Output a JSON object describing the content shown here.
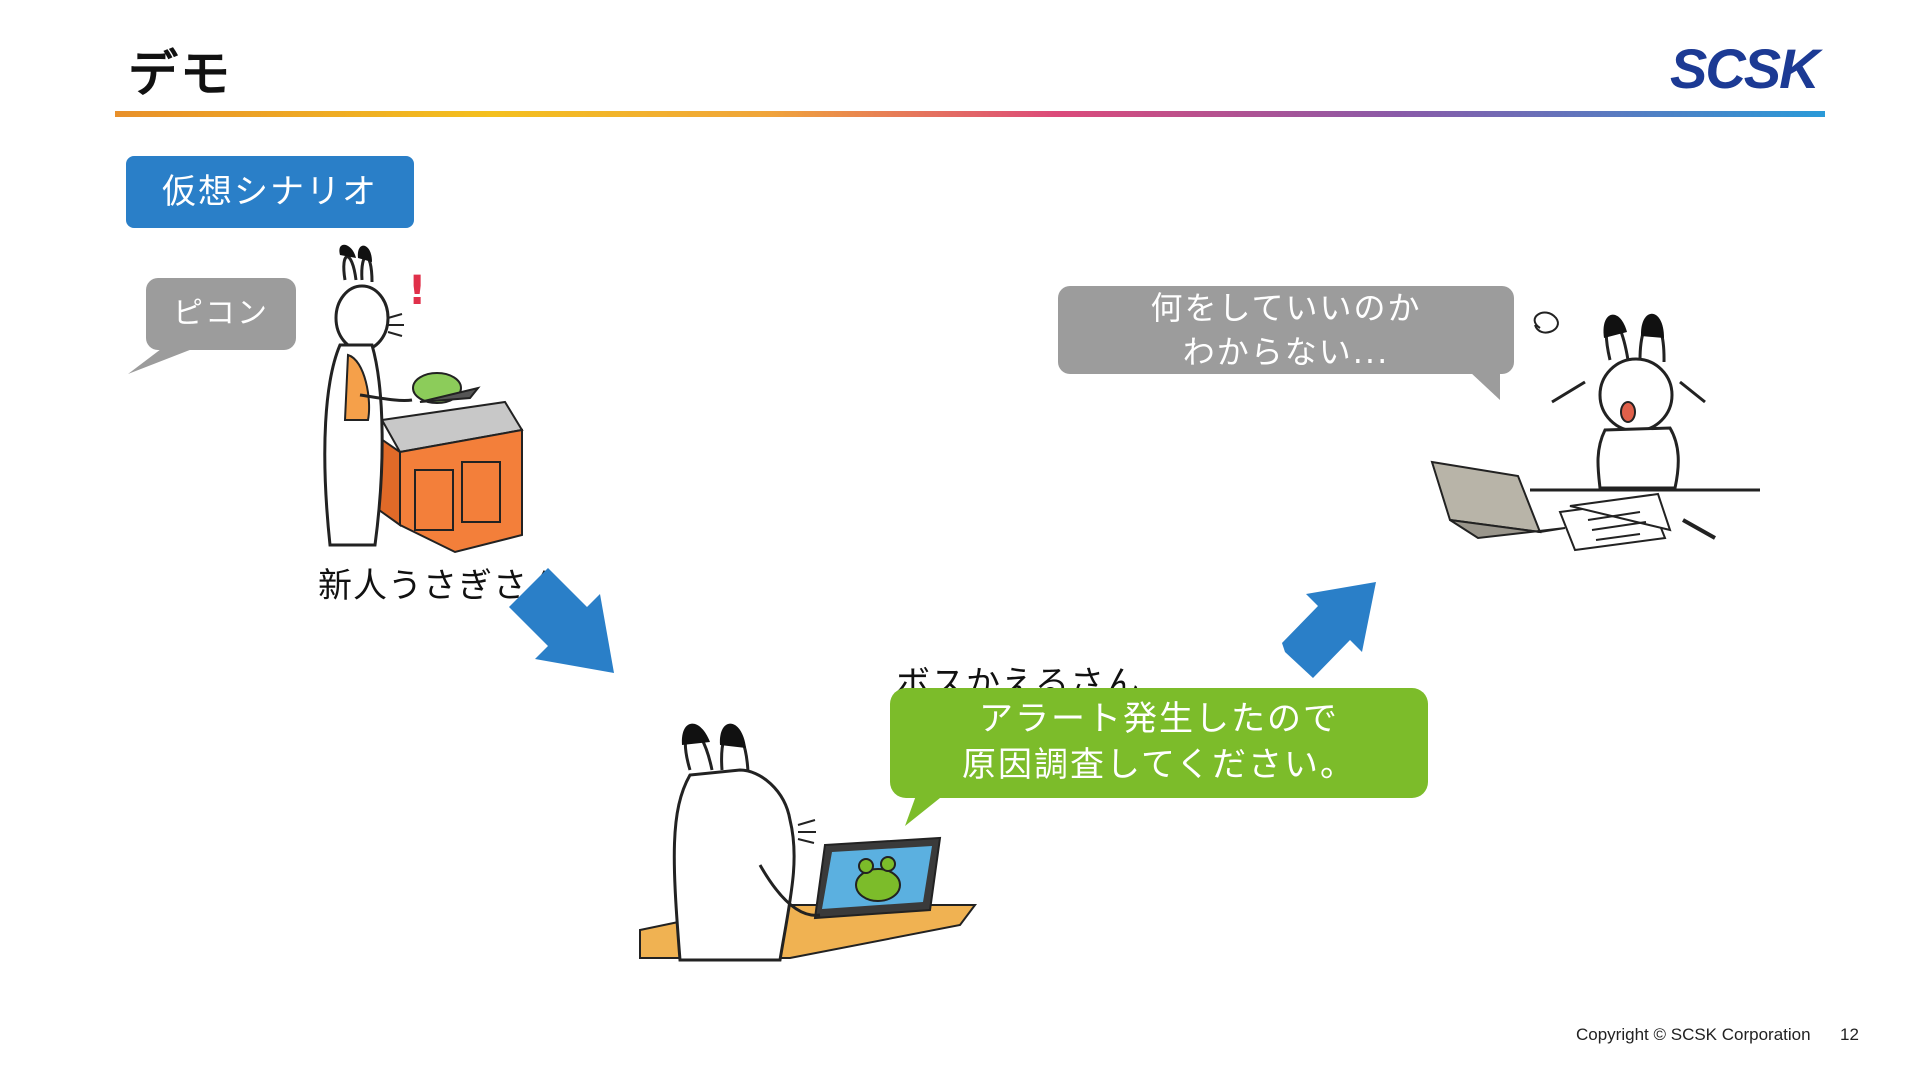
{
  "slide": {
    "title": "デモ",
    "logo_text": "SCSK",
    "scenario_label": "仮想シナリオ",
    "footer_copyright": "Copyright © SCSK Corporation",
    "page_number": "12"
  },
  "scene1": {
    "sound_effect": "ピコン",
    "caption": "新人うさぎさん",
    "alert_mark": "!"
  },
  "scene2": {
    "caption": "ボスかえるさん",
    "message_line1": "アラート発生したので",
    "message_line2": "原因調査してください。"
  },
  "scene3": {
    "thought_line1": "何をしていいのか",
    "thought_line2": "わからない..."
  },
  "colors": {
    "scenario_bg": "#2a7fc8",
    "arrow": "#2a7fc8",
    "speech_gray": "#9c9c9c",
    "speech_green": "#7cbc2a",
    "logo": "#1c3a94"
  }
}
